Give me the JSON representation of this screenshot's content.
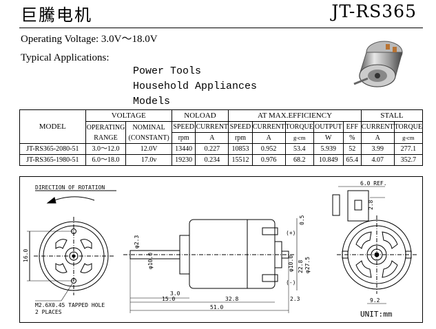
{
  "header": {
    "brand": "巨騰电机",
    "model": "JT-RS365"
  },
  "specs": {
    "operating_voltage": "Operating  Voltage: 3.0V～18.0V",
    "typical_apps_label": "Typical Applications:",
    "applications": [
      "Power Tools",
      "Household Appliances",
      "Models"
    ]
  },
  "table": {
    "model_header": "MODEL",
    "groups": {
      "voltage": "VOLTAGE",
      "noload": "NOLOAD",
      "max_eff": "AT MAX.EFFICIENCY",
      "stall": "STALL"
    },
    "columns": {
      "operating_l1": "OPERATING",
      "operating_l2": "RANGE",
      "nominal_l1": "NOMINAL",
      "nominal_l2": "(CONSTANT)",
      "nl_speed": "SPEED",
      "nl_current": "CURRENT",
      "me_speed": "SPEED",
      "me_current": "CURRENT",
      "me_torque": "TORQUE",
      "me_output": "OUTPUT",
      "me_eff": "EFF",
      "st_current": "CURRENT",
      "st_torque": "TORQUE"
    },
    "units": {
      "nl_speed": "rpm",
      "nl_current": "A",
      "me_speed": "rpm",
      "me_current": "A",
      "me_torque": "g-cm",
      "me_output": "W",
      "me_eff": "%",
      "st_current": "A",
      "st_torque": "g-cm"
    },
    "rows": [
      {
        "model": "JT-RS365-2080-51",
        "range": "3.0～12.0",
        "nominal": "12.0V",
        "nl_speed": "13440",
        "nl_current": "0.227",
        "me_speed": "10853",
        "me_current": "0.952",
        "me_torque": "53.4",
        "me_output": "5.939",
        "me_eff": "52",
        "st_current": "3.99",
        "st_torque": "277.1"
      },
      {
        "model": "JT-RS365-1980-51",
        "range": "6.0～18.0",
        "nominal": "17.0v",
        "nl_speed": "19230",
        "nl_current": "0.234",
        "me_speed": "15512",
        "me_current": "0.976",
        "me_torque": "68.2",
        "me_output": "10.849",
        "me_eff": "65.4",
        "st_current": "4.07",
        "st_torque": "352.7"
      }
    ]
  },
  "drawing": {
    "direction_label": "DIRECTION OF ROTATION",
    "hole_note_l1": "M2.6X0.45 TAPPED HOLE",
    "hole_note_l2": "2 PLACES",
    "unit_label": "UNIT:mm",
    "dims": {
      "d16": "16.0",
      "d23": "φ2.3",
      "d10a": "φ10.0",
      "d3": "3.0",
      "d15": "15.0",
      "d32": "32.8",
      "d51": "51.0",
      "d22": "22.8",
      "d10b": "φ10.0",
      "d27": "φ27.5",
      "d05": "0.5",
      "d23b": "2.3",
      "d6ref": "6.0 REF.",
      "d28": "2.8",
      "d92": "9.2",
      "plus": "(+)",
      "minus": "(-)"
    }
  }
}
